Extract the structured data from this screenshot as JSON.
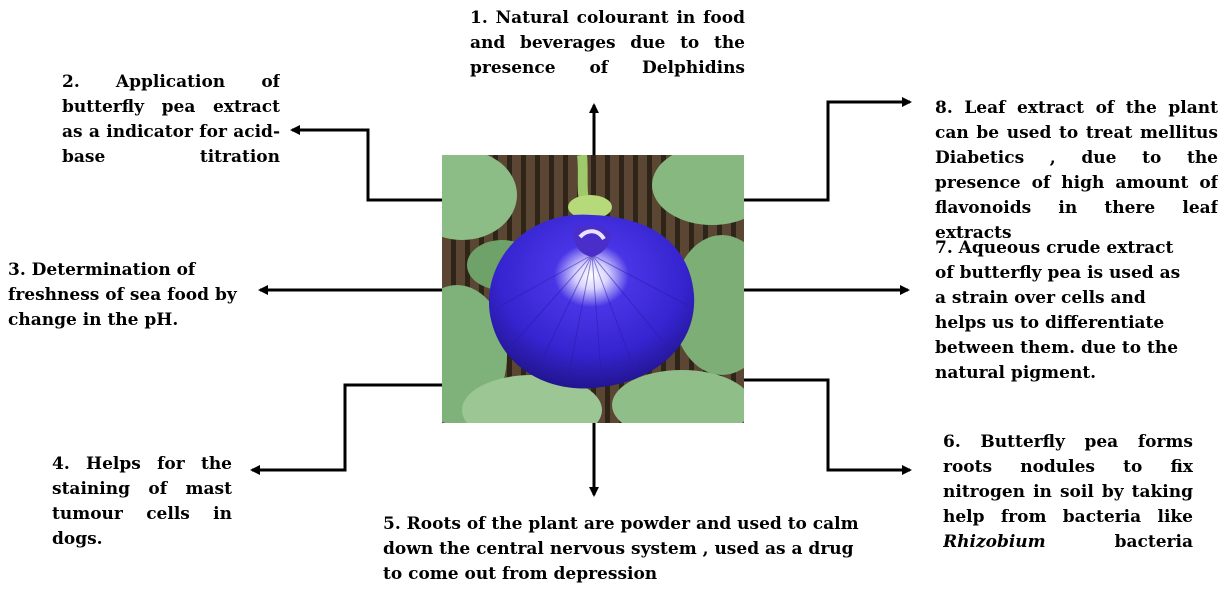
{
  "notes": {
    "n1": "1.  Natural colourant in food and beverages due to the presence of Delphidins",
    "n2": "2.  Application of butterfly pea extract as a indicator for acid-base titration",
    "n3": "3.  Determination of freshness of sea food by change in the pH.",
    "n4": "4.  Helps for the staining of mast tumour cells in dogs.",
    "n5": "5. Roots of the plant are powder and used to calm down the central nervous system , used as a drug to come out from depression",
    "n6_text": "6.  Butterfly pea forms roots nodules to fix nitrogen in soil by taking help from bacteria like",
    "n6_italic": "Rhizobium",
    "n6_tail": "bacteria",
    "n7": "7. Aqueous crude extract of butterfly pea is used as a strain over cells and helps us to differentiate between them. due to the natural pigment.",
    "n8": "8.  Leaf extract of the plant can be used to treat mellitus Diabetics , due to the presence of high amount of flavonoids in there leaf extracts"
  },
  "colors": {
    "petal": "#3b28d8",
    "leaf": "#7fb27a",
    "background_stems": "#4a3a2c",
    "arrow": "#000000"
  },
  "center_image": "butterfly-pea-flower-photo"
}
